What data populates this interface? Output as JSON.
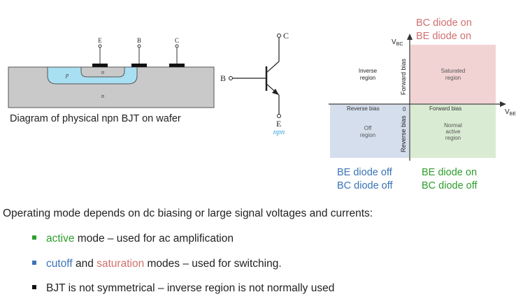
{
  "wafer_diagram": {
    "terminals": [
      "E",
      "B",
      "C"
    ],
    "regions": [
      "p",
      "n",
      "n"
    ],
    "caption": "Diagram of physical npn BJT on wafer"
  },
  "symbol": {
    "collector": "C",
    "base": "B",
    "emitter": "E",
    "type": "npn"
  },
  "quadrant": {
    "top_right_caption": [
      "BC diode on",
      "BE diode on"
    ],
    "y_axis_label": "V_BC",
    "x_axis_label": "V_BE",
    "forward_bias_vertical": "Forward bias",
    "reverse_bias_vertical": "Reverse bias",
    "reverse_bias_horizontal": "Reverse bias",
    "forward_bias_horizontal": "Forward bias",
    "origin": "0",
    "inverse_region": [
      "Inverse",
      "region"
    ],
    "saturated_region": [
      "Saturated",
      "region"
    ],
    "off_region": [
      "Off",
      "region"
    ],
    "normal_active_region": [
      "Normal",
      "active",
      "region"
    ],
    "bottom_left_caption": [
      "BE diode off",
      "BC diode off"
    ],
    "bottom_right_caption": [
      "BE diode on",
      "BC diode off"
    ],
    "colors": {
      "saturated": "#f2d3d3",
      "off": "#d4deec",
      "normal_active": "#d9ecd3",
      "green_text": "#2e9e2e",
      "blue_text": "#3b73b5",
      "rose_text": "#d07070"
    }
  },
  "text": {
    "intro": "Operating mode depends on dc biasing or large signal voltages and currents:",
    "bullets": [
      {
        "highlight": "active",
        "highlight_color": "green",
        "rest": " mode – used for ac amplification"
      },
      {
        "highlight": "cutoff",
        "highlight_color": "blue",
        "middle": " and ",
        "highlight2": "saturation",
        "rest": " modes – used for switching."
      },
      {
        "rest": "BJT is not symmetrical – inverse region is not normally used"
      }
    ],
    "bullet_colors": [
      "#2e9e2e",
      "#3b73b5",
      "#111111"
    ]
  }
}
